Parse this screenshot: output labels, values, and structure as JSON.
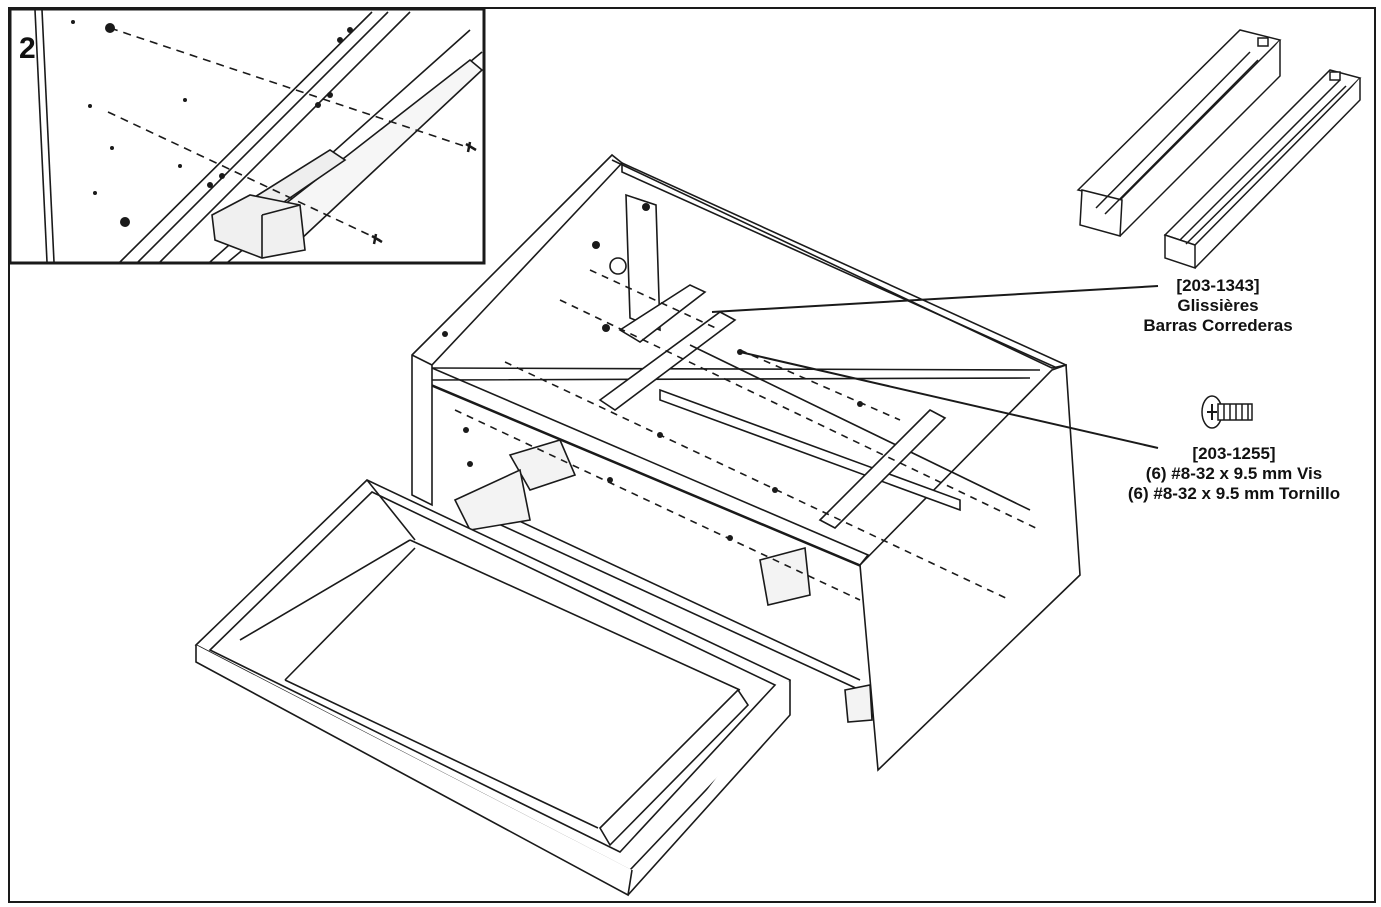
{
  "step": {
    "number": "2"
  },
  "callouts": {
    "slides": {
      "part_number": "[203-1343]",
      "name_fr": "Glissières",
      "name_es": "Barras Correderas"
    },
    "screws": {
      "part_number": "[203-1255]",
      "name_fr": "(6) #8-32 x 9.5 mm Vis",
      "name_es": "(6) #8-32 x 9.5 mm Tornillo"
    }
  },
  "colors": {
    "line": "#1a1a1a",
    "background": "#ffffff"
  }
}
